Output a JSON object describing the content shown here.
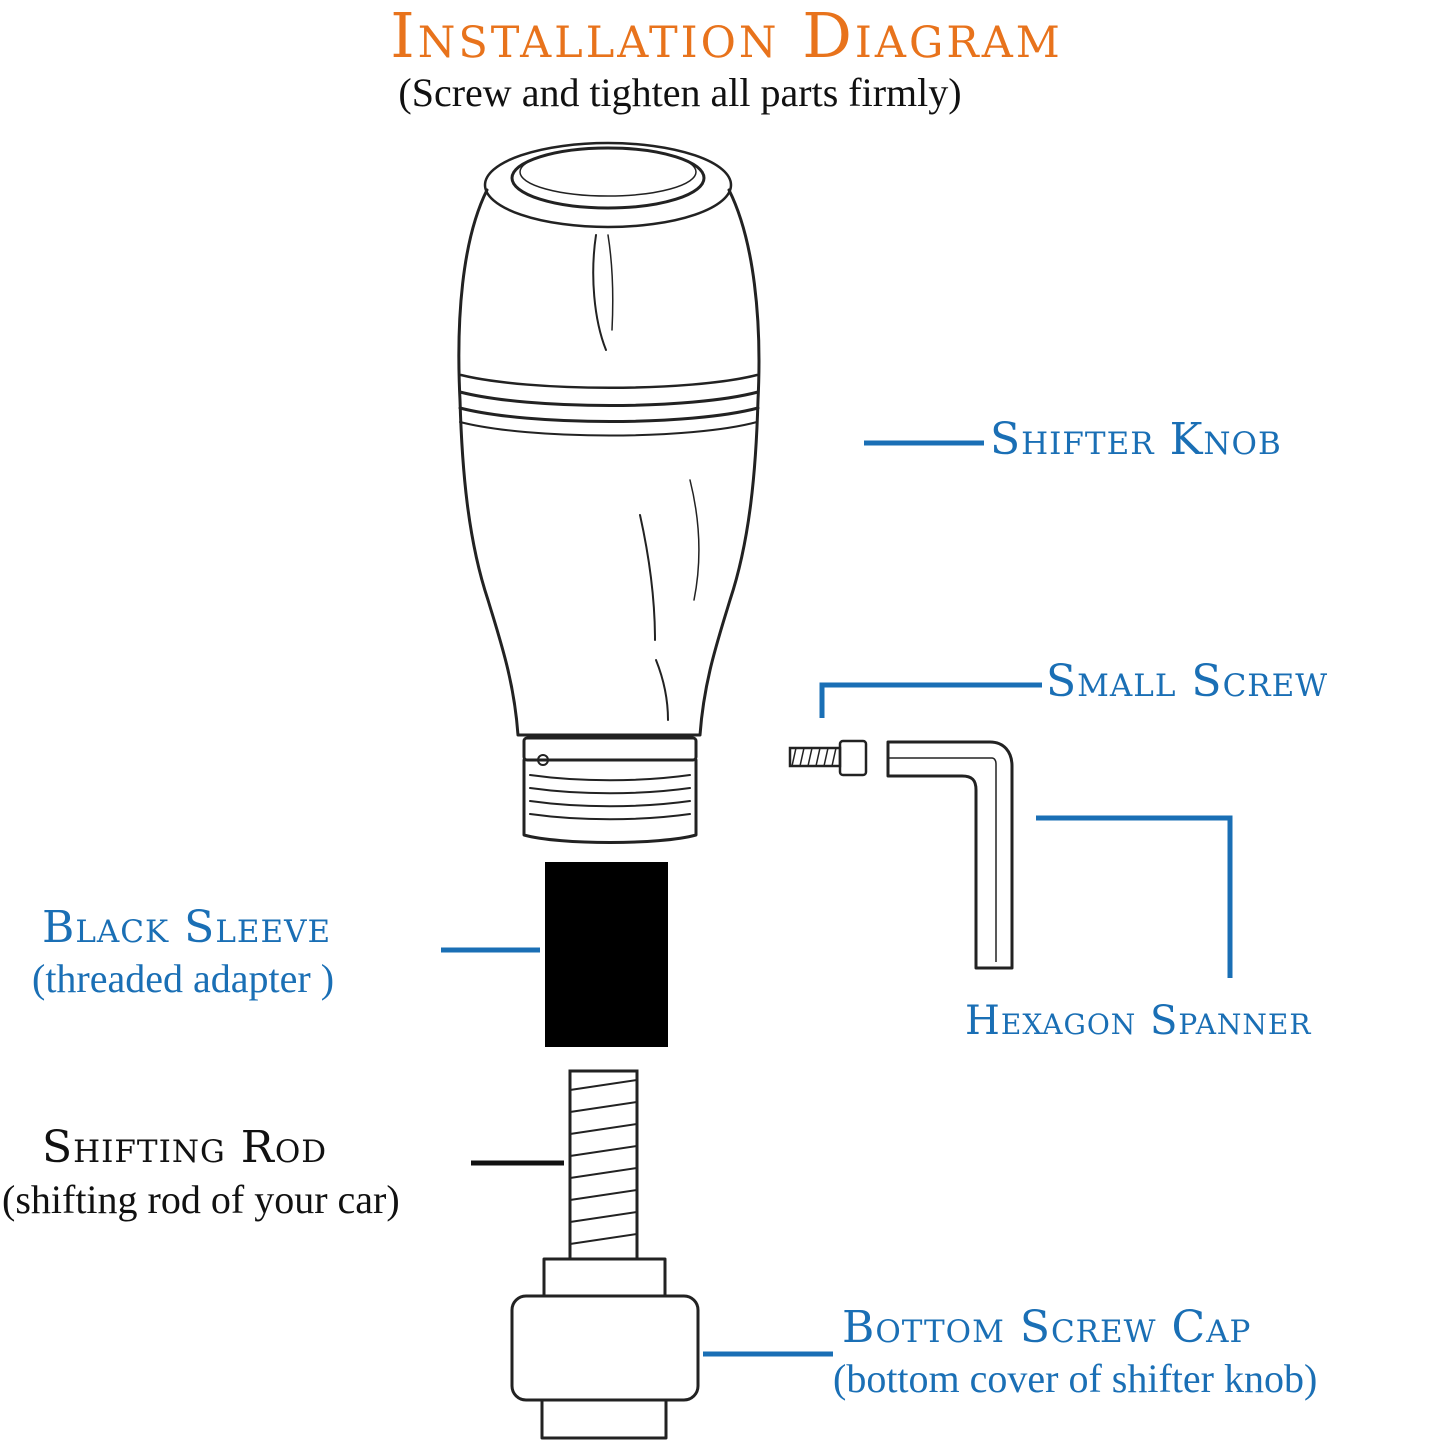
{
  "colors": {
    "title": "#E8731C",
    "label_blue": "#1A6FB5",
    "black": "#111111",
    "sleeve": "#000000",
    "outline": "#222222"
  },
  "title": "Installation Diagram",
  "subtitle": "(Screw and tighten all parts firmly)",
  "parts": {
    "shifter_knob": {
      "label": "Shifter Knob"
    },
    "small_screw": {
      "label": "Small Screw"
    },
    "hexagon_spanner": {
      "label": "Hexagon Spanner"
    },
    "black_sleeve": {
      "label": "Black Sleeve",
      "note": "(threaded adapter )"
    },
    "shifting_rod": {
      "label": "Shifting Rod",
      "note": "(shifting rod of your car)"
    },
    "bottom_screw_cap": {
      "label": "Bottom Screw Cap",
      "note": "(bottom cover of shifter knob)"
    }
  }
}
